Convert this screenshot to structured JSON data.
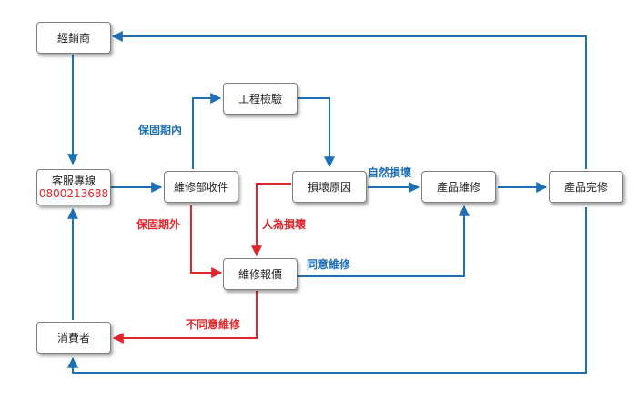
{
  "colors": {
    "blue": "#1f6fb5",
    "red": "#e0262b"
  },
  "nodes": {
    "dealer": "經銷商",
    "hotline": "客服專線",
    "hotline_phone": "0800213688",
    "consumer": "消費者",
    "receive": "維修部收件",
    "inspect": "工程檢驗",
    "quote": "維修報價",
    "cause": "損壞原因",
    "repair": "產品維修",
    "done": "產品完修"
  },
  "edge_labels": {
    "in_warranty": "保固期內",
    "out_warranty": "保固期外",
    "natural_damage": "自然損壞",
    "human_damage": "人為損壞",
    "agree_repair": "同意維修",
    "disagree_repair": "不同意維修"
  }
}
